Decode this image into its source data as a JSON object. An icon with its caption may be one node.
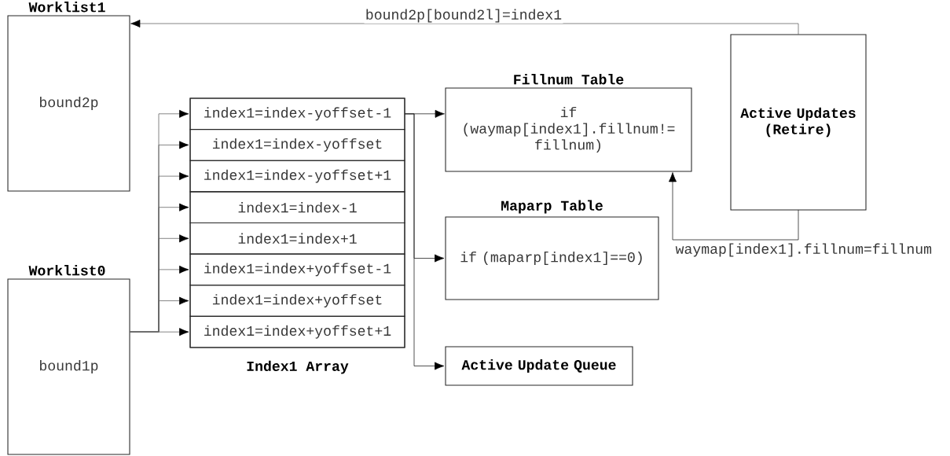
{
  "diagram": {
    "nodes": [
      {
        "text": [
          "Worklist1",
          "bound2p"
        ]
      },
      {
        "text": [
          "Worklist0",
          "bound1p"
        ]
      },
      {
        "text": [
          "Index1 Array"
        ]
      },
      {
        "text": [
          "index1=index-yoffset-1"
        ],
        "in": 2
      },
      {
        "text": [
          "index1=index-yoffset"
        ],
        "in": 2
      },
      {
        "text": [
          "index1=index-yoffset+1"
        ],
        "in": 2
      },
      {
        "text": [
          "index1=index-1"
        ],
        "in": 2
      },
      {
        "text": [
          "index1=index+1"
        ],
        "in": 2
      },
      {
        "text": [
          "index1=index+yoffset-1"
        ],
        "in": 2
      },
      {
        "text": [
          "index1=index+yoffset"
        ],
        "in": 2
      },
      {
        "text": [
          "index1=index+yoffset+1"
        ],
        "in": 2
      },
      {
        "text": [
          "Fillnum Table",
          "if (waymap[index1].fillnum!= fillnum)"
        ]
      },
      {
        "text": [
          "Maparp Table",
          "if (maparp[index1]==0)"
        ]
      },
      {
        "text": [
          "Active Update Queue"
        ]
      },
      {
        "text": [
          "Active Updates (Retire)"
        ]
      }
    ],
    "edges": [
      {
        "from": 1,
        "to": 3,
        "arrow": "to"
      },
      {
        "from": 1,
        "to": 4,
        "arrow": "to"
      },
      {
        "from": 1,
        "to": 5,
        "arrow": "to"
      },
      {
        "from": 1,
        "to": 6,
        "arrow": "to"
      },
      {
        "from": 1,
        "to": 7,
        "arrow": "to"
      },
      {
        "from": 1,
        "to": 8,
        "arrow": "to"
      },
      {
        "from": 1,
        "to": 9,
        "arrow": "to"
      },
      {
        "from": 1,
        "to": 10,
        "arrow": "to"
      },
      {
        "from": 2,
        "to": 11,
        "arrow": "to"
      },
      {
        "from": 2,
        "to": 12,
        "arrow": "to"
      },
      {
        "from": 2,
        "to": 13,
        "arrow": "to"
      },
      {
        "from": 14,
        "to": 0,
        "arrow": "to",
        "label": "bound2p[bound2l]=index1"
      },
      {
        "from": 14,
        "to": 11,
        "arrow": "to",
        "label": "waymap[index1].fillnum=fillnum"
      }
    ]
  }
}
